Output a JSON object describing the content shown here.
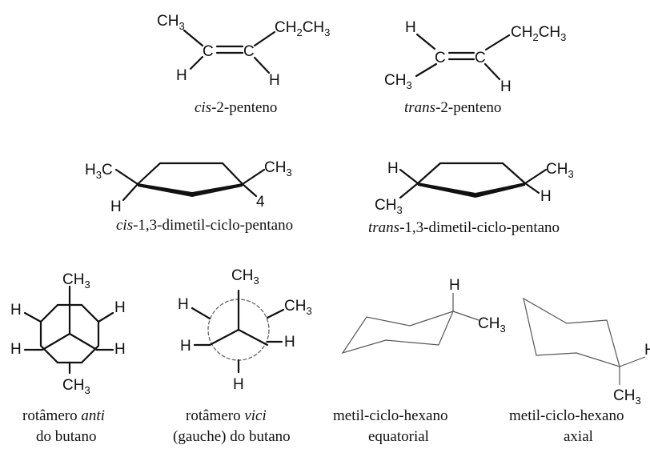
{
  "atoms": {
    "C": "C",
    "H": "H",
    "CH3": "CH",
    "CH2CH3": "CH",
    "H3C": "H",
    "sub2": "2",
    "sub3": "3",
    "locant4": "4"
  },
  "captions": {
    "cis2_italic": "cis",
    "cis2_rest": "-2-penteno",
    "trans2_italic": "trans",
    "trans2_rest": "-2-penteno",
    "cis13_italic": "cis",
    "cis13_rest": "-1,3-dimetil-ciclo-pentano",
    "trans13_italic": "trans",
    "trans13_rest": "-1,3-dimetil-ciclo-pentano",
    "anti_line1a": "rotâmero ",
    "anti_line1b": "anti",
    "anti_line2": "do butano",
    "vici_line1a": "rotâmero ",
    "vici_line1b": "vici",
    "vici_line2": "(gauche) do butano",
    "eq_line1": "metil-ciclo-hexano",
    "eq_line2": "equatorial",
    "ax_line1": "metil-ciclo-hexano",
    "ax_line2": "axial"
  }
}
